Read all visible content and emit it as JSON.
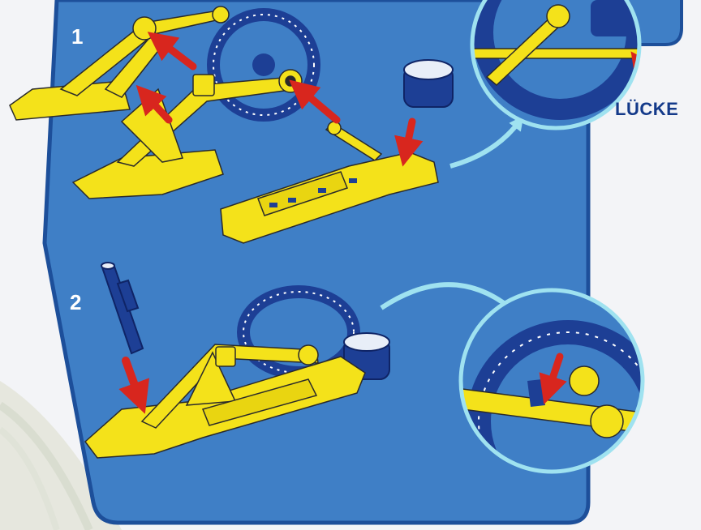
{
  "steps": [
    {
      "number": "1"
    },
    {
      "number": "2"
    }
  ],
  "callout": {
    "label": "LÜCKE"
  },
  "colors": {
    "panel": "#3f7fc6",
    "panel_border": "#1d4f9a",
    "part_yellow": "#f4e21a",
    "part_blue": "#1d3f95",
    "arrow_red": "#d8261e",
    "zoom_ring": "#9fe2f0",
    "paper": "#f3f4f7"
  },
  "icons": [
    "pointer-arrow-icon",
    "curved-arrow-icon"
  ]
}
